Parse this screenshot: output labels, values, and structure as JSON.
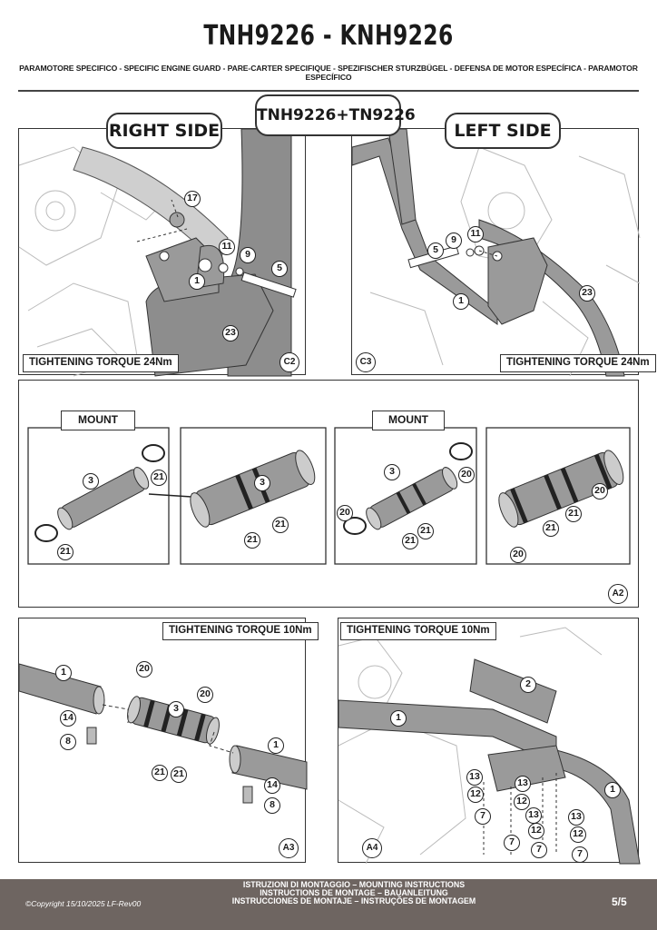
{
  "header": {
    "title": "TNH9226 - KNH9226",
    "subtitle": "PARAMOTORE SPECIFICO  -  SPECIFIC ENGINE GUARD - PARE-CARTER SPECIFIQUE - SPEZIFISCHER STURZBÜGEL - DEFENSA DE MOTOR ESPECÍFICA - PARAMOTOR ESPECÍFICO"
  },
  "top": {
    "center_label": "TNH9226+TN9226",
    "right": {
      "side_label": "RIGHT SIDE",
      "torque": "TIGHTENING TORQUE 24Nm",
      "ref": "C2",
      "parts": [
        "17",
        "11",
        "9",
        "5",
        "1",
        "23"
      ]
    },
    "left": {
      "side_label": "LEFT SIDE",
      "torque": "TIGHTENING TORQUE 24Nm",
      "ref": "C3",
      "parts": [
        "11",
        "9",
        "5",
        "1",
        "23"
      ]
    }
  },
  "mount_panel": {
    "mount_label_1": "MOUNT",
    "mount_label_2": "MOUNT",
    "ref": "A2",
    "parts_1": [
      "3",
      "21",
      "21"
    ],
    "parts_2": [
      "3",
      "21",
      "21"
    ],
    "parts_3": [
      "3",
      "20",
      "20",
      "21",
      "21"
    ],
    "parts_4": [
      "20",
      "21",
      "21",
      "20"
    ]
  },
  "bottom_left": {
    "torque": "TIGHTENING TORQUE 10Nm",
    "ref": "A3",
    "parts": [
      "1",
      "20",
      "20",
      "3",
      "14",
      "8",
      "21",
      "21",
      "1",
      "14",
      "8"
    ]
  },
  "bottom_right": {
    "torque": "TIGHTENING TORQUE 10Nm",
    "ref": "A4",
    "parts": [
      "2",
      "1",
      "13",
      "13",
      "12",
      "12",
      "13",
      "13",
      "12",
      "12",
      "7",
      "7",
      "7",
      "7",
      "1"
    ]
  },
  "footer": {
    "line1": "ISTRUZIONI DI MONTAGGIO  –  MOUNTING INSTRUCTIONS",
    "line2": "INSTRUCTIONS DE MONTAGE – BAUANLEITUNG",
    "line3": "INSTRUCCIONES DE MONTAJE – INSTRUÇÕES DE MONTAGEM",
    "copyright": "©Copyright 15/10/2025 LF-Rev00",
    "page": "5/5"
  },
  "colors": {
    "footer_bg": "#6e6561",
    "part_gray": "#8a8a8a",
    "line": "#333333"
  }
}
